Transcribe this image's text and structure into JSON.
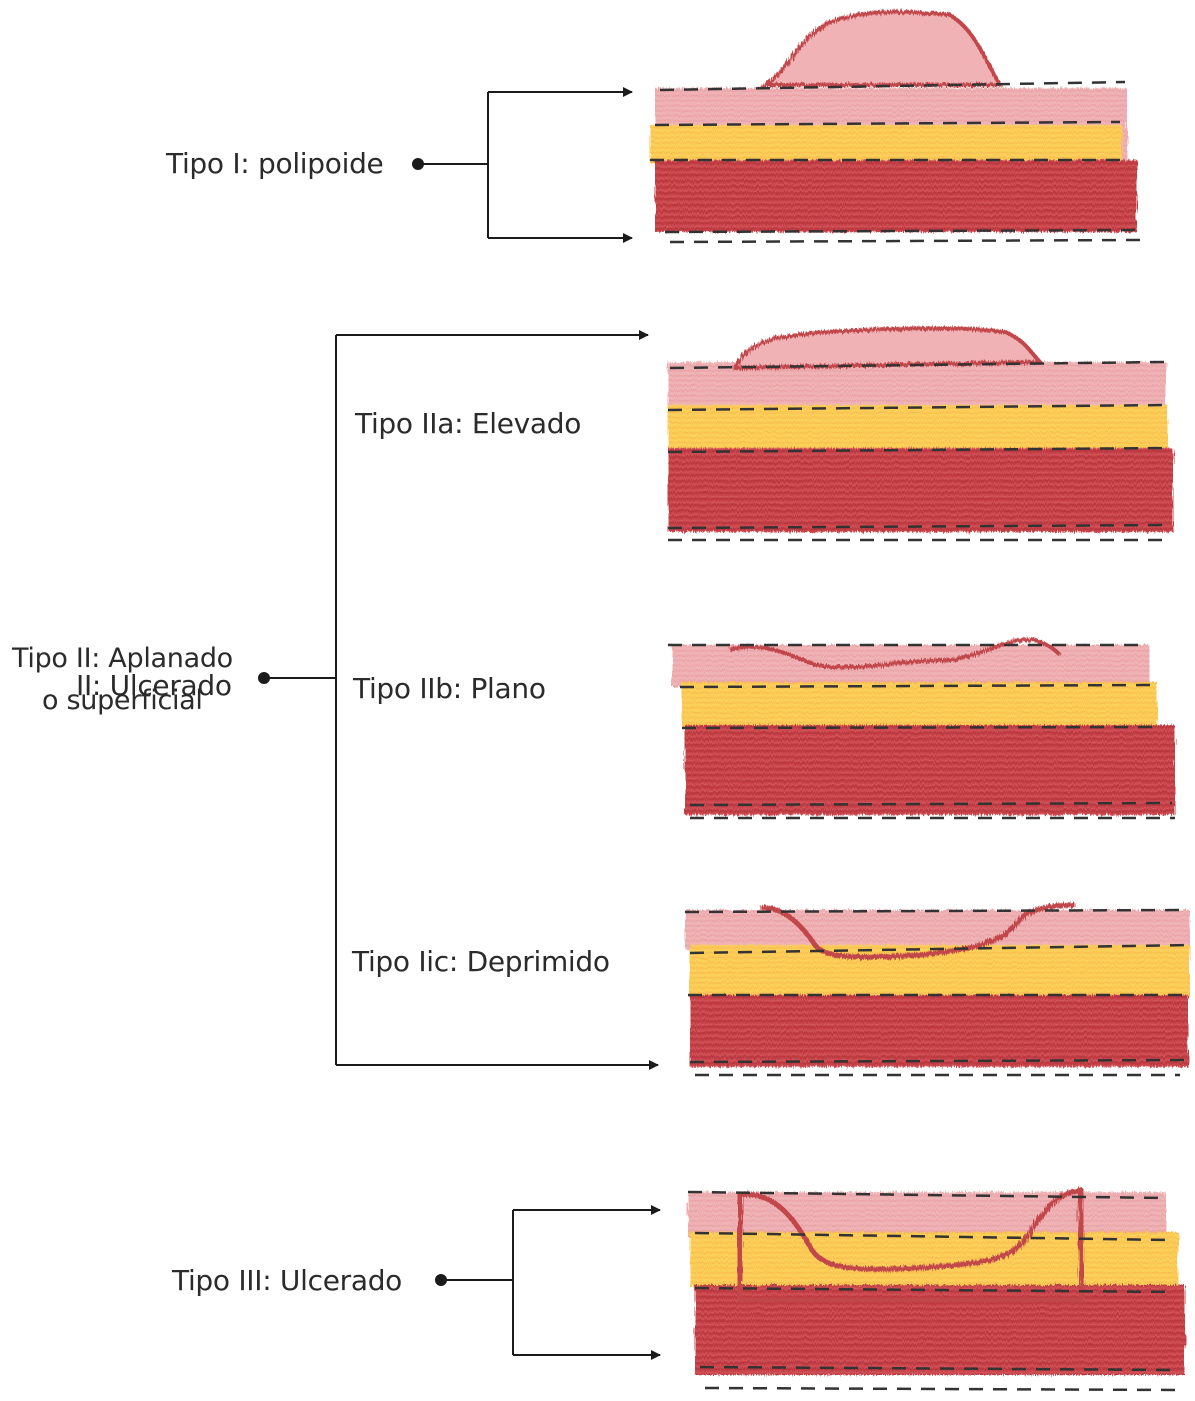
{
  "labels": {
    "tipo1": "Tipo I: polipoide",
    "tipo2_line1": "Tipo II: Aplanado",
    "tipo2_overlap": "II: Ulcerado",
    "tipo2_line2": "o superficial",
    "tipo2a": "Tipo IIa: Elevado",
    "tipo2b": "Tipo IIb: Plano",
    "tipo2c": "Tipo Iic: Deprimido",
    "tipo3": "Tipo III: Ulcerado"
  },
  "colors": {
    "mucosa": "#efb3b5",
    "lesion": "#e58f93",
    "lesion_edge": "#c2464b",
    "submucosa": "#fcd25a",
    "submucosa_light": "#f8b64a",
    "muscle": "#c9454c",
    "muscle_dark": "#a9282e",
    "connector": "#1b1b1b",
    "text": "#2b2b2b"
  }
}
